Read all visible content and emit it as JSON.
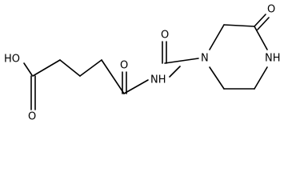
{
  "diagram": {
    "atoms": {
      "hydroxyl_group": "HO",
      "carboxyl_oxygen": "O",
      "amide_oxygen": "O",
      "imide_nitrogen": "NH",
      "urea_oxygen": "O",
      "ring_nitrogen_1": "N",
      "ring_oxygen": "O",
      "ring_nitrogen_4": "NH"
    },
    "colors": {
      "bond": "#000000",
      "background": "#ffffff"
    }
  }
}
